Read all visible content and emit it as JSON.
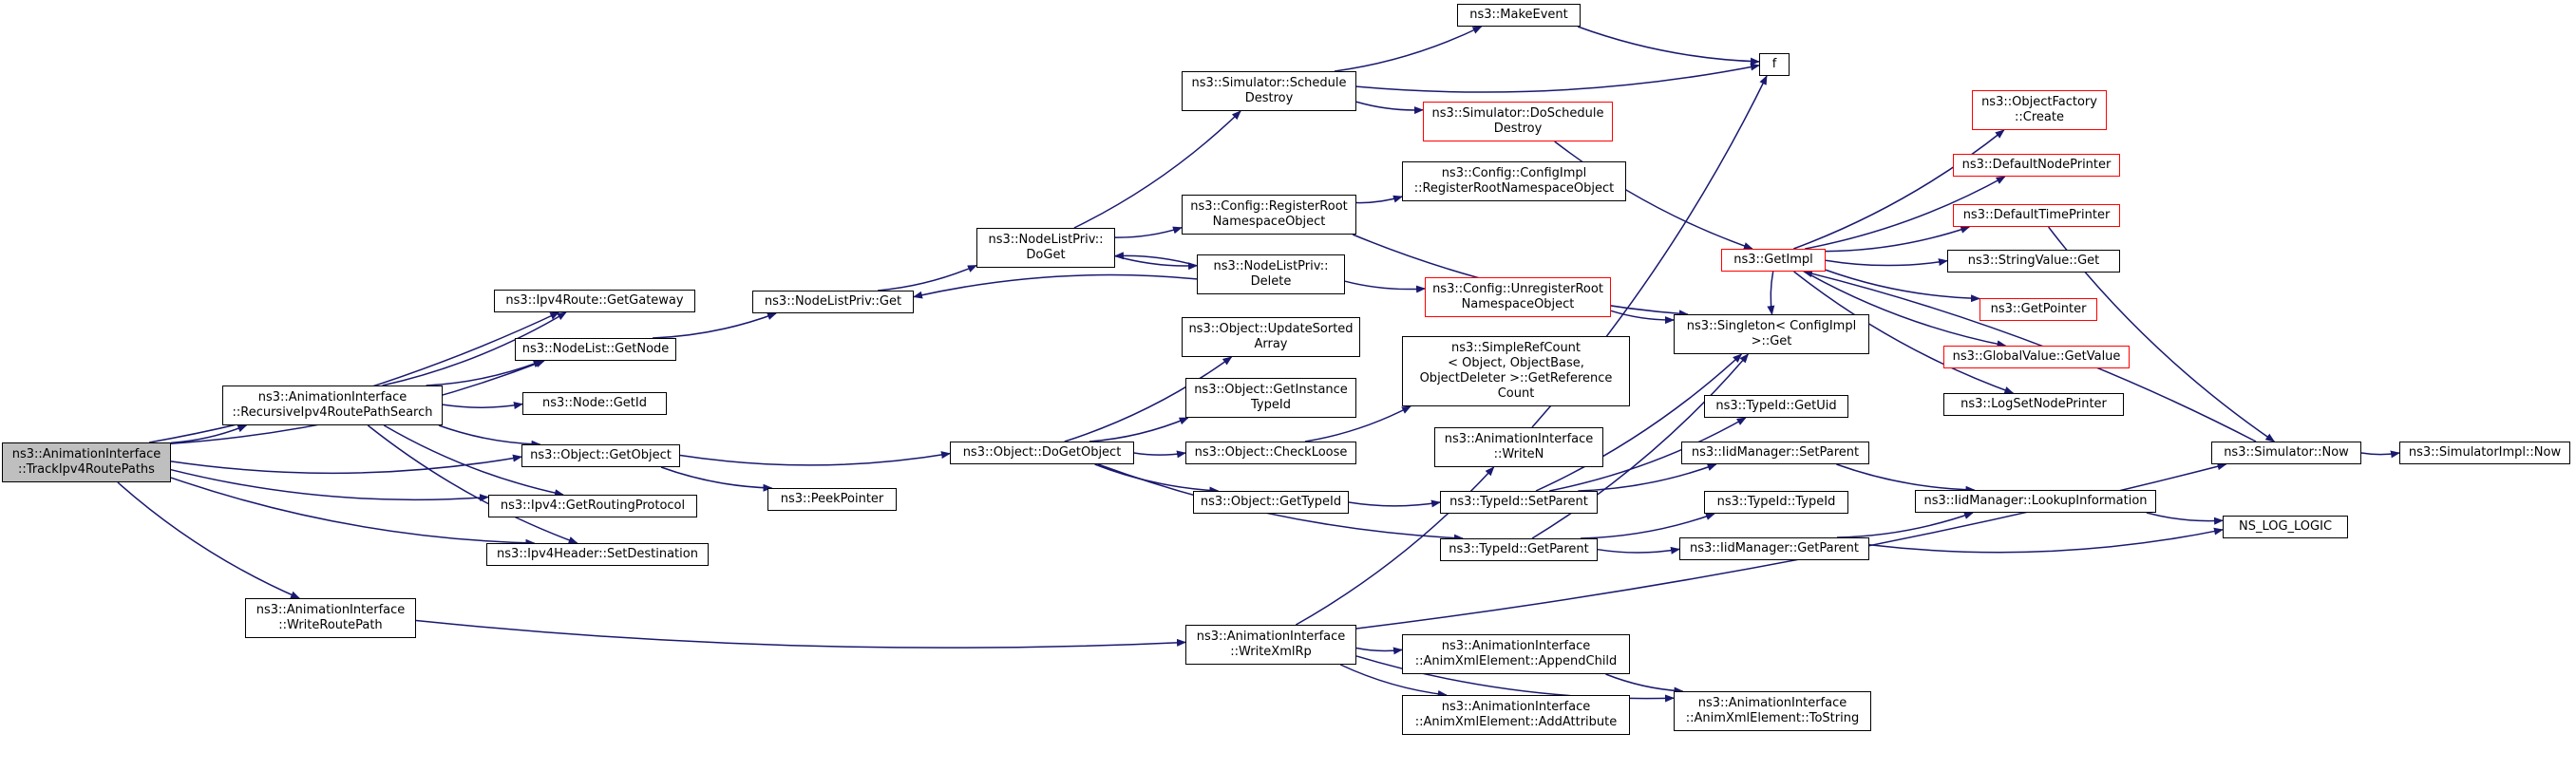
{
  "graph": {
    "edge_color": "#191970",
    "highlight_border_color": "#ff0000",
    "root_fill_color": "#bfbfbf",
    "nodes": [
      {
        "id": "track",
        "label": "ns3::AnimationInterface\n::TrackIpv4RoutePaths",
        "root": true
      },
      {
        "id": "recursive",
        "label": "ns3::AnimationInterface\n::RecursiveIpv4RoutePathSearch"
      },
      {
        "id": "writeroutepath",
        "label": "ns3::AnimationInterface\n::WriteRoutePath"
      },
      {
        "id": "getgateway",
        "label": "ns3::Ipv4Route::GetGateway"
      },
      {
        "id": "nodelist_getnode",
        "label": "ns3::NodeList::GetNode"
      },
      {
        "id": "node_getid",
        "label": "ns3::Node::GetId"
      },
      {
        "id": "getobject",
        "label": "ns3::Object::GetObject"
      },
      {
        "id": "getroutingprotocol",
        "label": "ns3::Ipv4::GetRoutingProtocol"
      },
      {
        "id": "setdestination",
        "label": "ns3::Ipv4Header::SetDestination"
      },
      {
        "id": "nlp_get",
        "label": "ns3::NodeListPriv::Get"
      },
      {
        "id": "peekpointer",
        "label": "ns3::PeekPointer"
      },
      {
        "id": "nlp_doget",
        "label": "ns3::NodeListPriv::\nDoGet"
      },
      {
        "id": "dogetobject",
        "label": "ns3::Object::DoGetObject"
      },
      {
        "id": "sched_destroy",
        "label": "ns3::Simulator::Schedule\nDestroy"
      },
      {
        "id": "register_root",
        "label": "ns3::Config::RegisterRoot\nNamespaceObject"
      },
      {
        "id": "nlp_delete",
        "label": "ns3::NodeListPriv::\nDelete"
      },
      {
        "id": "update_sorted",
        "label": "ns3::Object::UpdateSorted\nArray"
      },
      {
        "id": "getinstance_typeid",
        "label": "ns3::Object::GetInstance\nTypeId"
      },
      {
        "id": "checkloose",
        "label": "ns3::Object::CheckLoose"
      },
      {
        "id": "obj_gettypeid",
        "label": "ns3::Object::GetTypeId"
      },
      {
        "id": "writexmlrp",
        "label": "ns3::AnimationInterface\n::WriteXmlRp"
      },
      {
        "id": "makeevent",
        "label": "ns3::MakeEvent"
      },
      {
        "id": "f",
        "label": "f"
      },
      {
        "id": "doschedule_destroy",
        "label": "ns3::Simulator::DoSchedule\nDestroy",
        "highlight": true
      },
      {
        "id": "configimpl_register",
        "label": "ns3::Config::ConfigImpl\n::RegisterRootNamespaceObject"
      },
      {
        "id": "unregister_root",
        "label": "ns3::Config::UnregisterRoot\nNamespaceObject",
        "highlight": true
      },
      {
        "id": "simplerefcount",
        "label": "ns3::SimpleRefCount\n< Object, ObjectBase,\nObjectDeleter >::GetReference\nCount"
      },
      {
        "id": "writen",
        "label": "ns3::AnimationInterface\n::WriteN"
      },
      {
        "id": "typeid_setparent",
        "label": "ns3::TypeId::SetParent"
      },
      {
        "id": "typeid_getparent",
        "label": "ns3::TypeId::GetParent"
      },
      {
        "id": "appendchild",
        "label": "ns3::AnimationInterface\n::AnimXmlElement::AppendChild"
      },
      {
        "id": "addattribute",
        "label": "ns3::AnimationInterface\n::AnimXmlElement::AddAttribute"
      },
      {
        "id": "singleton_get",
        "label": "ns3::Singleton< ConfigImpl\n>::Get"
      },
      {
        "id": "typeid_getuid",
        "label": "ns3::TypeId::GetUid"
      },
      {
        "id": "iid_setparent",
        "label": "ns3::IidManager::SetParent"
      },
      {
        "id": "typeid_typeid",
        "label": "ns3::TypeId::TypeId"
      },
      {
        "id": "iid_getparent",
        "label": "ns3::IidManager::GetParent"
      },
      {
        "id": "tostring",
        "label": "ns3::AnimationInterface\n::AnimXmlElement::ToString"
      },
      {
        "id": "getimpl",
        "label": "ns3::GetImpl",
        "highlight": true
      },
      {
        "id": "objectfactory_create",
        "label": "ns3::ObjectFactory\n::Create",
        "highlight": true
      },
      {
        "id": "defaultnodeprinter",
        "label": "ns3::DefaultNodePrinter",
        "highlight": true
      },
      {
        "id": "defaulttimeprinter",
        "label": "ns3::DefaultTimePrinter",
        "highlight": true
      },
      {
        "id": "stringvalue_get",
        "label": "ns3::StringValue::Get"
      },
      {
        "id": "getpointer",
        "label": "ns3::GetPointer",
        "highlight": true
      },
      {
        "id": "globalvalue_getvalue",
        "label": "ns3::GlobalValue::GetValue",
        "highlight": true
      },
      {
        "id": "logsetnodeprinter",
        "label": "ns3::LogSetNodePrinter"
      },
      {
        "id": "lookupinformation",
        "label": "ns3::IidManager::LookupInformation"
      },
      {
        "id": "ns_log_logic",
        "label": "NS_LOG_LOGIC"
      },
      {
        "id": "simulator_now",
        "label": "ns3::Simulator::Now"
      },
      {
        "id": "simulatorimpl_now",
        "label": "ns3::SimulatorImpl::Now"
      }
    ],
    "edges": [
      [
        "track",
        "recursive"
      ],
      [
        "track",
        "writeroutepath"
      ],
      [
        "track",
        "getgateway"
      ],
      [
        "track",
        "nodelist_getnode"
      ],
      [
        "track",
        "getobject"
      ],
      [
        "track",
        "getroutingprotocol"
      ],
      [
        "track",
        "setdestination"
      ],
      [
        "recursive",
        "getgateway"
      ],
      [
        "recursive",
        "nodelist_getnode"
      ],
      [
        "recursive",
        "node_getid"
      ],
      [
        "recursive",
        "getobject"
      ],
      [
        "recursive",
        "getroutingprotocol"
      ],
      [
        "recursive",
        "setdestination"
      ],
      [
        "writeroutepath",
        "writexmlrp"
      ],
      [
        "nodelist_getnode",
        "nlp_get"
      ],
      [
        "getobject",
        "dogetobject"
      ],
      [
        "getobject",
        "peekpointer"
      ],
      [
        "nlp_get",
        "nlp_doget"
      ],
      [
        "nlp_doget",
        "sched_destroy"
      ],
      [
        "nlp_doget",
        "register_root"
      ],
      [
        "nlp_doget",
        "nlp_delete"
      ],
      [
        "nlp_delete",
        "nlp_doget"
      ],
      [
        "nlp_delete",
        "nlp_get"
      ],
      [
        "nlp_delete",
        "unregister_root"
      ],
      [
        "dogetobject",
        "update_sorted"
      ],
      [
        "dogetobject",
        "getinstance_typeid"
      ],
      [
        "dogetobject",
        "checkloose"
      ],
      [
        "dogetobject",
        "obj_gettypeid"
      ],
      [
        "dogetobject",
        "typeid_getparent"
      ],
      [
        "checkloose",
        "simplerefcount"
      ],
      [
        "obj_gettypeid",
        "typeid_setparent"
      ],
      [
        "sched_destroy",
        "makeevent"
      ],
      [
        "sched_destroy",
        "f"
      ],
      [
        "sched_destroy",
        "doschedule_destroy"
      ],
      [
        "makeevent",
        "f"
      ],
      [
        "doschedule_destroy",
        "getimpl"
      ],
      [
        "register_root",
        "configimpl_register"
      ],
      [
        "register_root",
        "singleton_get"
      ],
      [
        "unregister_root",
        "singleton_get"
      ],
      [
        "writexmlrp",
        "writen"
      ],
      [
        "writexmlrp",
        "appendchild"
      ],
      [
        "writexmlrp",
        "addattribute"
      ],
      [
        "writexmlrp",
        "tostring"
      ],
      [
        "writexmlrp",
        "simulator_now"
      ],
      [
        "writen",
        "f"
      ],
      [
        "appendchild",
        "tostring"
      ],
      [
        "typeid_setparent",
        "singleton_get"
      ],
      [
        "typeid_setparent",
        "typeid_getuid"
      ],
      [
        "typeid_setparent",
        "iid_setparent"
      ],
      [
        "typeid_getparent",
        "singleton_get"
      ],
      [
        "typeid_getparent",
        "typeid_typeid"
      ],
      [
        "typeid_getparent",
        "iid_getparent"
      ],
      [
        "iid_setparent",
        "lookupinformation"
      ],
      [
        "iid_getparent",
        "lookupinformation"
      ],
      [
        "iid_getparent",
        "ns_log_logic"
      ],
      [
        "lookupinformation",
        "ns_log_logic"
      ],
      [
        "getimpl",
        "objectfactory_create"
      ],
      [
        "getimpl",
        "defaultnodeprinter"
      ],
      [
        "getimpl",
        "defaulttimeprinter"
      ],
      [
        "getimpl",
        "stringvalue_get"
      ],
      [
        "getimpl",
        "getpointer"
      ],
      [
        "getimpl",
        "globalvalue_getvalue"
      ],
      [
        "getimpl",
        "logsetnodeprinter"
      ],
      [
        "getimpl",
        "singleton_get"
      ],
      [
        "defaulttimeprinter",
        "simulator_now"
      ],
      [
        "simulator_now",
        "getimpl"
      ],
      [
        "simulator_now",
        "simulatorimpl_now"
      ]
    ]
  }
}
